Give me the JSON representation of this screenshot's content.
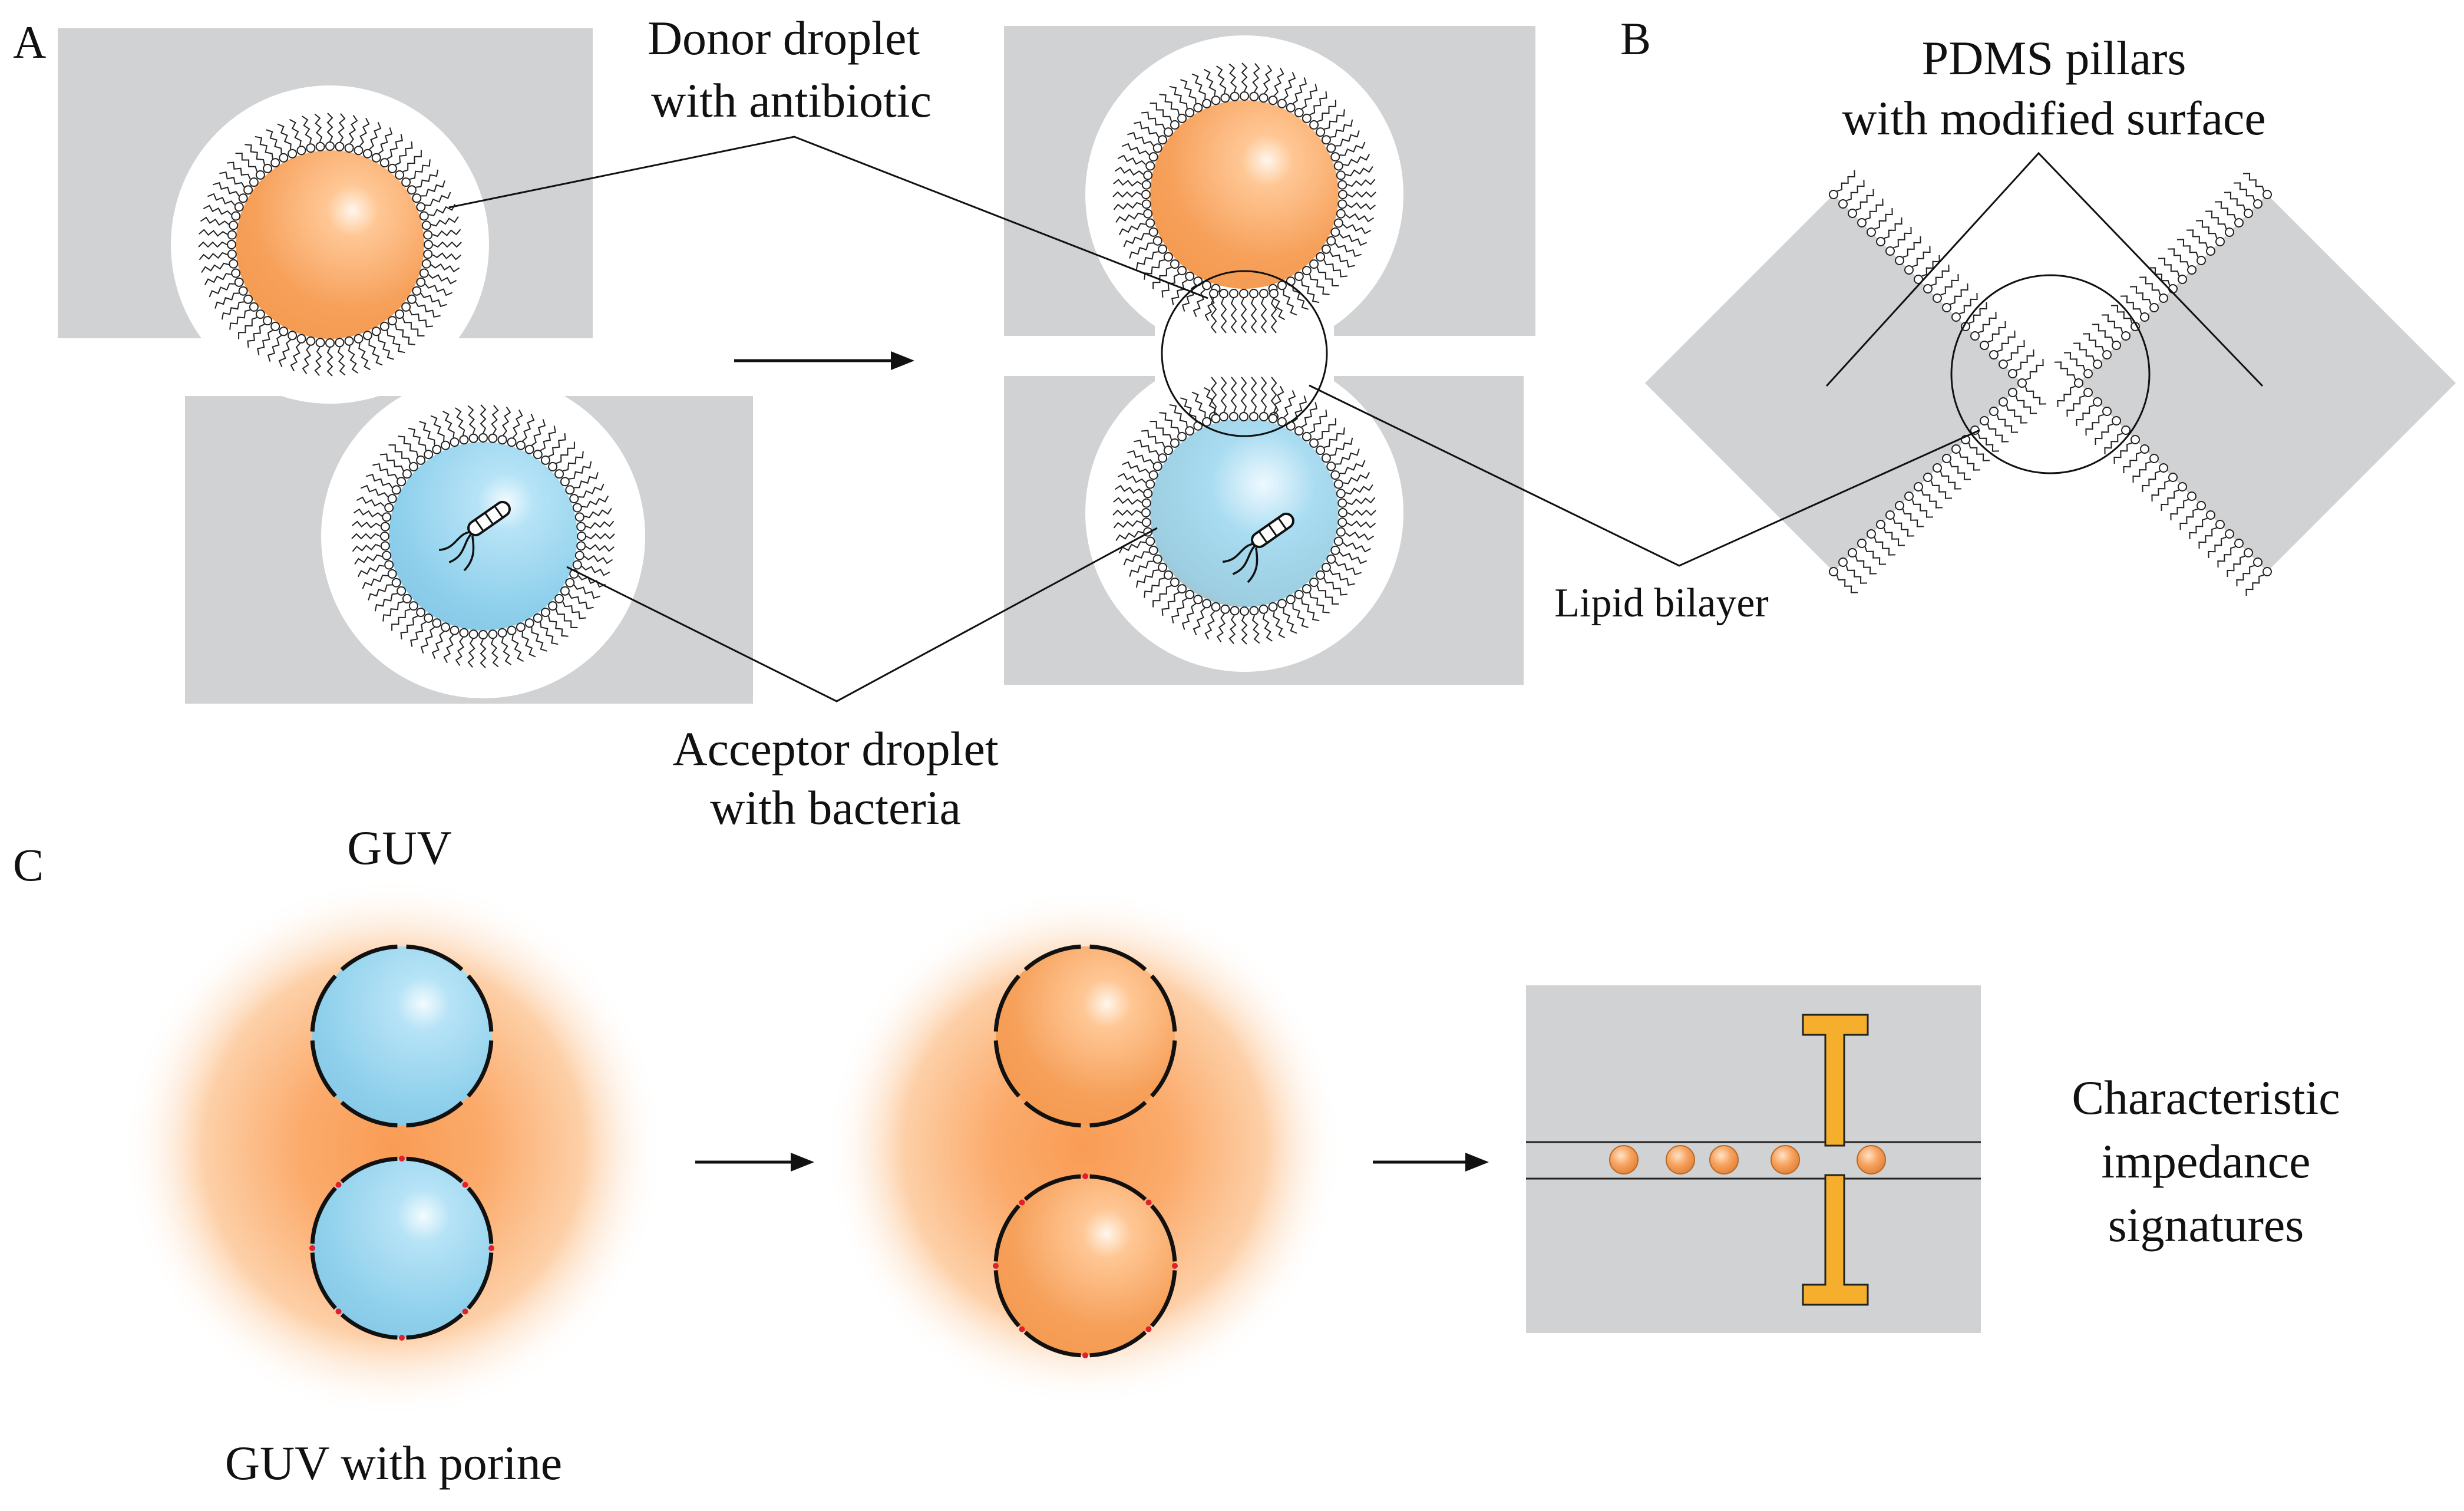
{
  "panels": {
    "a": "A",
    "b": "B",
    "c": "C"
  },
  "labels": {
    "donor_line1": "Donor droplet",
    "donor_line2": "with antibiotic",
    "acceptor_line1": "Acceptor droplet",
    "acceptor_line2": "with bacteria",
    "pdms_line1": "PDMS pillars",
    "pdms_line2": "with modified surface",
    "lipid_bilayer": "Lipid bilayer",
    "guv": "GUV",
    "guv_porine": "GUV with porine",
    "impedance_line1": "Characteristic",
    "impedance_line2": "impedance",
    "impedance_line3": "signatures"
  },
  "colors": {
    "chip_gray": "#d0d2d4",
    "donor_orange": "#f5a05a",
    "acceptor_blue": "#8fd0ec",
    "electrode": "#f6ae2d",
    "pore_red": "#e0202a",
    "outline": "#111111"
  },
  "icons": [
    "bacterium-icon",
    "lipid-molecule-icon",
    "arrow-right-icon",
    "electrode-icon"
  ]
}
